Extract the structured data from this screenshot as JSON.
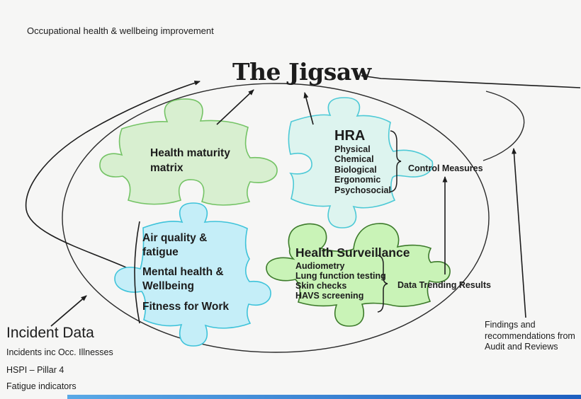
{
  "header": {
    "label": "Occupational health & wellbeing improvement"
  },
  "title": "The Jigsaw",
  "pieces": {
    "maturity": {
      "label": "Health maturity\nmatrix",
      "fill": "#d8efd0",
      "stroke": "#74c365"
    },
    "hra": {
      "heading": "HRA",
      "items": [
        "Physical",
        "Chemical",
        "Biological",
        "Ergonomic",
        "Psychosocial"
      ],
      "fill": "#ddf4ef",
      "stroke": "#4cc9d6"
    },
    "air": {
      "items": [
        "Air quality &\nfatigue",
        "Mental health &\nWellbeing",
        "Fitness for Work"
      ],
      "fill": "#c5eef8",
      "stroke": "#3ec3da"
    },
    "surveillance": {
      "heading": "Health Surveillance",
      "items": [
        "Audiometry",
        "Lung function testing",
        "Skin checks",
        "HAVS screening"
      ],
      "fill": "#c9f3b7",
      "stroke": "#3c7a2a"
    }
  },
  "labels": {
    "control_measures": "Control Measures",
    "data_trending": "Data Trending Results",
    "findings": "Findings and\nrecommendations  from\nAudit and Reviews"
  },
  "incident": {
    "title": "Incident Data",
    "lines": [
      "Incidents inc Occ. Illnesses",
      "HSPI – Pillar 4",
      "Fatigue indicators"
    ]
  },
  "colors": {
    "line": "#1c1c1c",
    "bar_start": "#5aa9e6",
    "bar_end": "#1d5fc0"
  }
}
